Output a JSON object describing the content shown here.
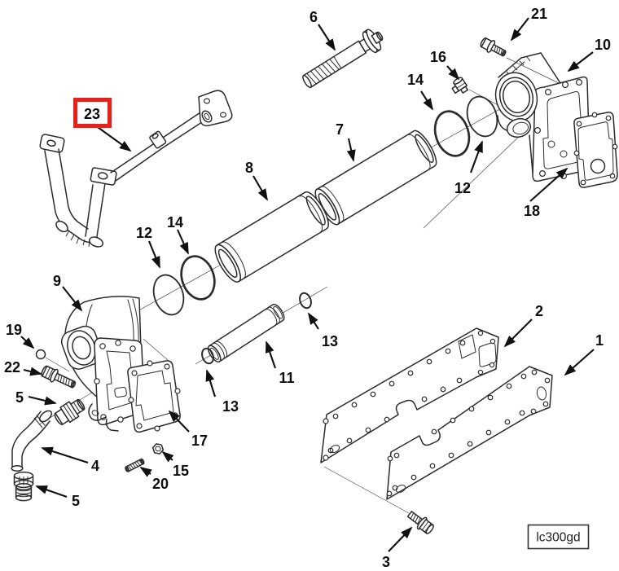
{
  "figure": {
    "code": "lc300gd"
  },
  "colors": {
    "line": "#2b2b2b",
    "label": "#0d0d0d",
    "highlight": "#e8201c",
    "background": "#ffffff"
  },
  "callouts": [
    {
      "label": "1",
      "part": "rear-plate-gasket"
    },
    {
      "label": "2",
      "part": "front-plate-gasket"
    },
    {
      "label": "3",
      "part": "hex-flange-bolt"
    },
    {
      "label": "4",
      "part": "elbow-drain-tube"
    },
    {
      "label": "5",
      "part": "plug-fitting",
      "instance": "upper"
    },
    {
      "label": "5",
      "part": "plug-fitting",
      "instance": "lower"
    },
    {
      "label": "6",
      "part": "mounting-bolt"
    },
    {
      "label": "7",
      "part": "cooler-element-tube"
    },
    {
      "label": "8",
      "part": "cooler-element-tube"
    },
    {
      "label": "9",
      "part": "oil-cooler-housing"
    },
    {
      "label": "10",
      "part": "cooler-cover-housing"
    },
    {
      "label": "11",
      "part": "transfer-tube"
    },
    {
      "label": "12",
      "part": "seal-ring",
      "instance": "left"
    },
    {
      "label": "12",
      "part": "seal-ring",
      "instance": "right"
    },
    {
      "label": "13",
      "part": "o-ring-small",
      "instance": "left"
    },
    {
      "label": "13",
      "part": "o-ring-small",
      "instance": "right"
    },
    {
      "label": "14",
      "part": "o-ring",
      "instance": "left"
    },
    {
      "label": "14",
      "part": "o-ring",
      "instance": "right"
    },
    {
      "label": "15",
      "part": "nut"
    },
    {
      "label": "16",
      "part": "elbow-fitting"
    },
    {
      "label": "17",
      "part": "side-cover-gasket"
    },
    {
      "label": "18",
      "part": "cover-gasket"
    },
    {
      "label": "19",
      "part": "check-ball"
    },
    {
      "label": "20",
      "part": "stud"
    },
    {
      "label": "21",
      "part": "hex-flange-bolt-small"
    },
    {
      "label": "22",
      "part": "hex-flange-bolt"
    },
    {
      "label": "23",
      "part": "support-bracket",
      "highlighted": true
    }
  ]
}
